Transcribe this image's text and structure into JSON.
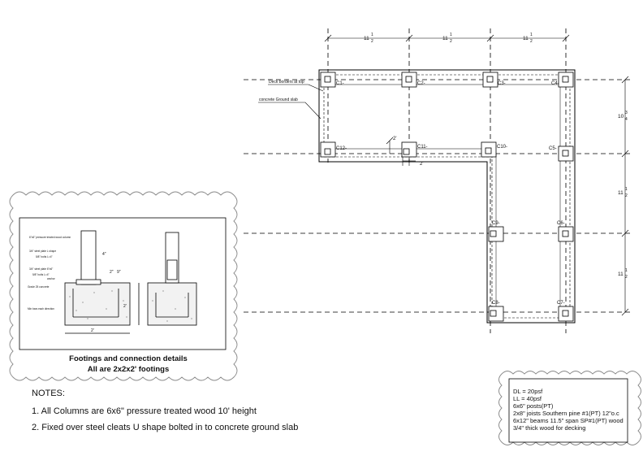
{
  "plan": {
    "columns": {
      "c1": "C1-",
      "c2": "C2-",
      "c3": "C3-",
      "c4": "C4-",
      "c5": "C5-",
      "c6": "C6-",
      "c7": "C7-",
      "c8": "C8-",
      "c9": "C9-",
      "c10": "C10-",
      "c11": "C11-",
      "c12": "C12-"
    },
    "labels": {
      "deck_borders": "Deck borders at top",
      "concrete_slab": "concrete Ground slab"
    },
    "dims": {
      "top_whole": "11",
      "top_num": "1",
      "top_den": "2",
      "right1_whole": "10",
      "right1_num": "3",
      "right1_den": "4",
      "right2_whole": "11",
      "right2_num": "1",
      "right2_den": "2",
      "right3_whole": "11",
      "right3_num": "1",
      "right3_den": "2",
      "offset_v": "2'",
      "offset_h": "2'"
    }
  },
  "detail": {
    "callouts": [
      "6\"x6\" pressure treated wood column",
      "3/4\" steel plate L shape",
      "5/8\" bolts L=4\"",
      "3/4\" steel plate 6\"x6\"",
      "5/8\" bolts L=4\"",
      "anchor",
      "Grade 25 concrete",
      "Min bars each direction"
    ],
    "dim_4": "4\"",
    "dim_2in": "2\"",
    "dim_9": "9\"",
    "dim_2ft_v": "2'",
    "dim_2ft_h": "2'",
    "caption_line1": "Footings  and connection details",
    "caption_line2": "All are 2x2x2' footings"
  },
  "notes": {
    "heading": "NOTES:",
    "items": [
      "1. All Columns are 6x6\" pressure treated wood 10' height",
      "2. Fixed over steel cleats U shape bolted in to concrete ground slab"
    ]
  },
  "specs": {
    "lines": [
      "DL = 20psf",
      "LL = 40psf",
      "6x6\" posts(PT)",
      "2x8\" joists Southern pine #1(PT) 12\"o.c",
      "6x12\" beams 11.5\" span SP#1(PT) wood",
      "3/4\" thick wood for decking"
    ]
  }
}
